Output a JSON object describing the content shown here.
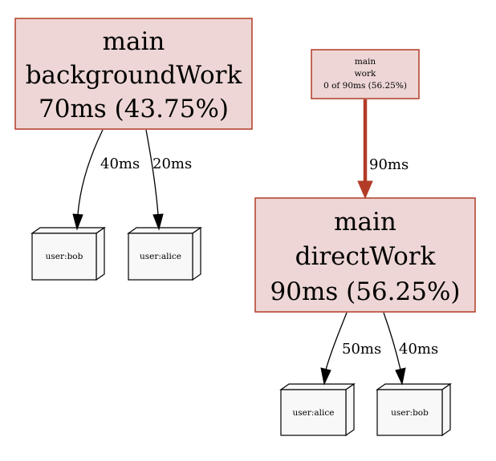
{
  "nodes": {
    "background_work": {
      "line1": "main",
      "line2": "backgroundWork",
      "line3": "70ms (43.75%)"
    },
    "work": {
      "line1": "main",
      "line2": "work",
      "line3": "0 of 90ms (56.25%)"
    },
    "direct_work": {
      "line1": "main",
      "line2": "directWork",
      "line3": "90ms (56.25%)"
    },
    "bg_user_bob": {
      "label": "user:bob"
    },
    "bg_user_alice": {
      "label": "user:alice"
    },
    "dw_user_alice": {
      "label": "user:alice"
    },
    "dw_user_bob": {
      "label": "user:bob"
    }
  },
  "edges": {
    "bg_to_bob": "40ms",
    "bg_to_alice": "20ms",
    "work_to_direct": "90ms",
    "dw_to_alice": "50ms",
    "dw_to_bob": "40ms"
  },
  "colors": {
    "node_fill": "#edd6d5",
    "node_border": "#b23c26",
    "hot_edge": "#b23c26",
    "label_fill": "#f8f8f8"
  }
}
